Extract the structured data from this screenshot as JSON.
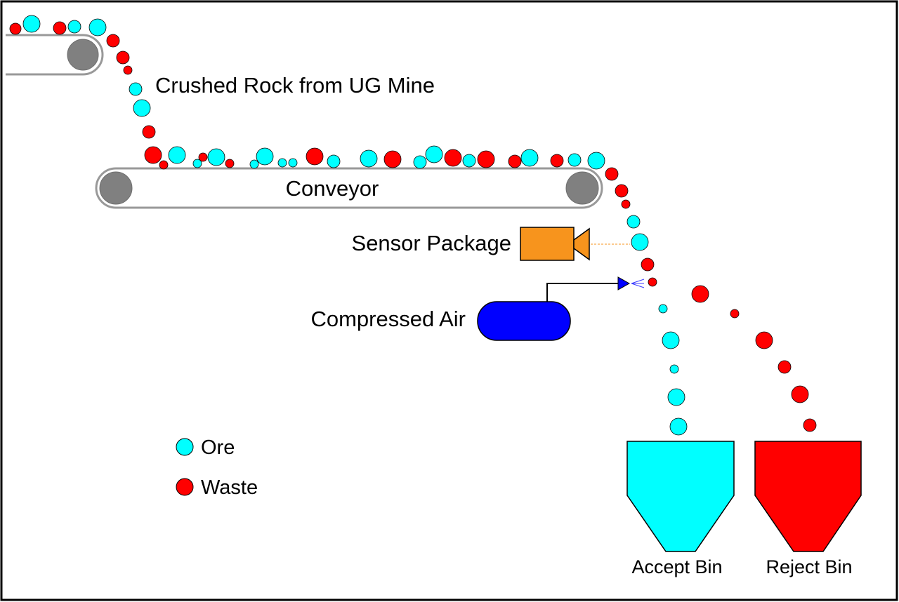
{
  "labels": {
    "source": "Crushed Rock from UG Mine",
    "conveyor": "Conveyor",
    "sensor": "Sensor Package",
    "air": "Compressed Air",
    "accept_bin": "Accept Bin",
    "reject_bin": "Reject Bin"
  },
  "legend": {
    "ore": "Ore",
    "waste": "Waste"
  },
  "colors": {
    "ore": "#00ffff",
    "waste": "#ff0000",
    "roller": "#808080",
    "sensor": "#f7941d",
    "air_tank": "#0000ff",
    "frame": "#000000"
  }
}
